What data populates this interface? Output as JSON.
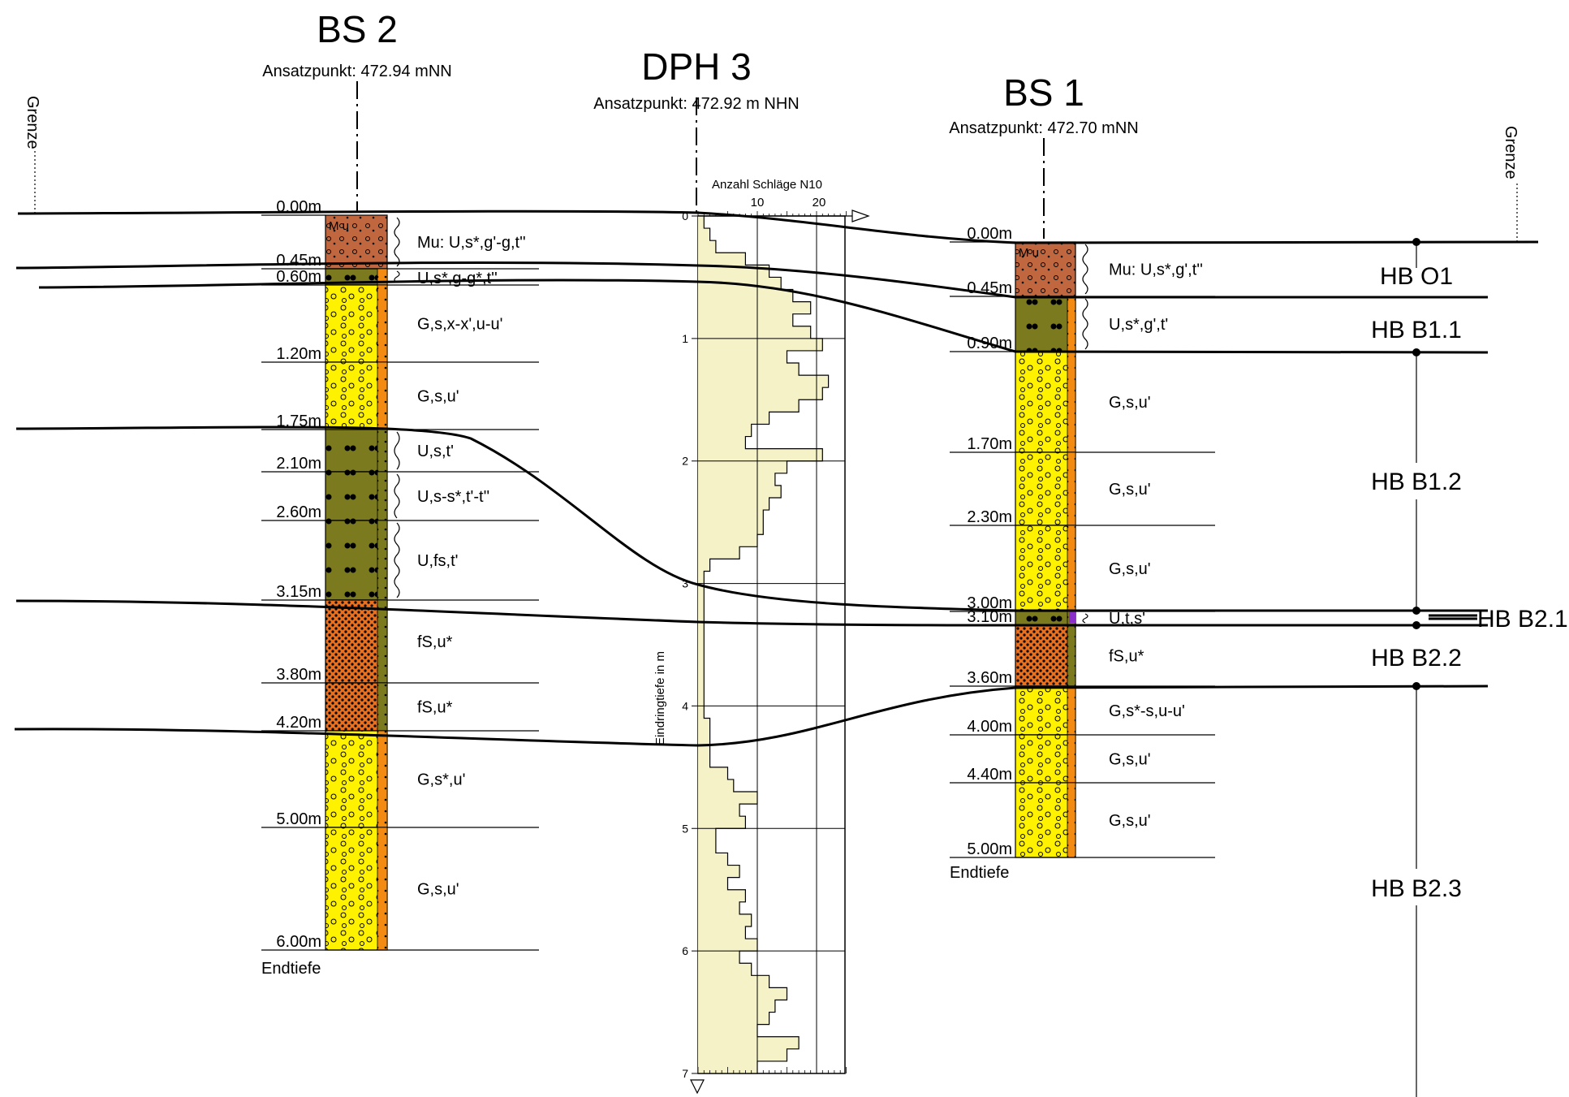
{
  "boreholes": [
    {
      "name": "BS 2",
      "ansatzpunkt": "Ansatzpunkt: 472.94 mNN",
      "top_label": "0.00m",
      "end_label": "Endtiefe",
      "layers": [
        {
          "bottom_label": "0.45m",
          "desc": "Mu: U,s*,g'-g,t''",
          "mu": true
        },
        {
          "bottom_label": "0.60m",
          "desc": "U,s*,g-g*,t''"
        },
        {
          "bottom_label": "1.20m",
          "desc": "G,s,x-x',u-u'"
        },
        {
          "bottom_label": "1.75m",
          "desc": "G,s,u'"
        },
        {
          "bottom_label": "2.10m",
          "desc": "U,s,t'"
        },
        {
          "bottom_label": "2.60m",
          "desc": "U,s-s*,t'-t''"
        },
        {
          "bottom_label": "3.15m",
          "desc": "U,fs,t'"
        },
        {
          "bottom_label": "3.80m",
          "desc": "fS,u*"
        },
        {
          "bottom_label": "4.20m",
          "desc": "fS,u*"
        },
        {
          "bottom_label": "5.00m",
          "desc": "G,s*,u'"
        },
        {
          "bottom_label": "6.00m",
          "desc": "G,s,u'"
        }
      ]
    },
    {
      "name": "BS 1",
      "ansatzpunkt": "Ansatzpunkt: 472.70 mNN",
      "top_label": "0.00m",
      "end_label": "Endtiefe",
      "layers": [
        {
          "bottom_label": "0.45m",
          "desc": "Mu: U,s*,g',t''",
          "mu": true
        },
        {
          "bottom_label": "0.90m",
          "desc": "U,s*,g',t'"
        },
        {
          "bottom_label": "1.70m",
          "desc": "G,s,u'"
        },
        {
          "bottom_label": "2.30m",
          "desc": "G,s,u'"
        },
        {
          "bottom_label": "3.00m",
          "desc": "G,s,u'"
        },
        {
          "bottom_label": "3.10m",
          "desc": "U,t,s'"
        },
        {
          "bottom_label": "3.60m",
          "desc": "fS,u*"
        },
        {
          "bottom_label": "4.00m",
          "desc": "G,s*-s,u-u'"
        },
        {
          "bottom_label": "4.40m",
          "desc": "G,s,u'"
        },
        {
          "bottom_label": "5.00m",
          "desc": "G,s,u'"
        }
      ]
    }
  ],
  "probe": {
    "name": "DPH 3",
    "ansatzpunkt": "Ansatzpunkt: 472.92 m NHN",
    "axis_title": "Anzahl Schläge N10",
    "x_ticks": [
      "10",
      "20"
    ],
    "y_label": "Eindringtiefe in m",
    "depth_ticks": [
      "0",
      "1",
      "2",
      "3",
      "4",
      "5",
      "6",
      "7"
    ]
  },
  "chart_data": {
    "type": "bar",
    "title": "Anzahl Schläge N10",
    "ylabel": "Eindringtiefe in m",
    "x_ticks": [
      10,
      20
    ],
    "ylim": [
      0,
      7
    ],
    "depth_top_m": [
      0.0,
      0.1,
      0.2,
      0.3,
      0.4,
      0.5,
      0.6,
      0.7,
      0.8,
      0.9,
      1.0,
      1.1,
      1.2,
      1.3,
      1.4,
      1.5,
      1.6,
      1.7,
      1.8,
      1.9,
      2.0,
      2.1,
      2.2,
      2.3,
      2.4,
      2.5,
      2.6,
      2.7,
      2.8,
      2.9,
      3.0,
      3.1,
      3.2,
      3.3,
      3.4,
      3.5,
      3.6,
      3.7,
      3.8,
      3.9,
      4.0,
      4.1,
      4.2,
      4.3,
      4.4,
      4.5,
      4.6,
      4.7,
      4.8,
      4.9,
      5.0,
      5.1,
      5.2,
      5.3,
      5.4,
      5.5,
      5.6,
      5.7,
      5.8,
      5.9,
      6.0,
      6.1,
      6.2,
      6.3,
      6.4,
      6.5,
      6.6,
      6.7,
      6.8,
      6.9
    ],
    "values": [
      1,
      2,
      3,
      8,
      12,
      14,
      16,
      19,
      16,
      19,
      21,
      15,
      17,
      22,
      21,
      17,
      12,
      9,
      8,
      21,
      15,
      13,
      14,
      12,
      11,
      11,
      10,
      7,
      2,
      1,
      1,
      1,
      1,
      1,
      1,
      1,
      1,
      1,
      1,
      1,
      1,
      2,
      2,
      2,
      2,
      5,
      6,
      10,
      7,
      8,
      3,
      3,
      5,
      7,
      5,
      8,
      7,
      9,
      8,
      10,
      7,
      9,
      12,
      15,
      13,
      12,
      10,
      17,
      15,
      10
    ]
  },
  "horizons": [
    {
      "name": "HB O1"
    },
    {
      "name": "HB B1.1"
    },
    {
      "name": "HB B1.2"
    },
    {
      "name": "HB B2.1"
    },
    {
      "name": "HB B2.2"
    },
    {
      "name": "HB B2.3"
    }
  ],
  "boundary": {
    "left": "Grenze",
    "right": "Grenze"
  },
  "soil_tag": "M u",
  "colors": {
    "mu": "#c0673f",
    "silt": "#7b7a1e",
    "gravel": "#fff200",
    "sand": "#e8701e",
    "orange": "#f38a12",
    "probe_fill": "#f5f2c8",
    "purple": "#8b2fc9"
  }
}
